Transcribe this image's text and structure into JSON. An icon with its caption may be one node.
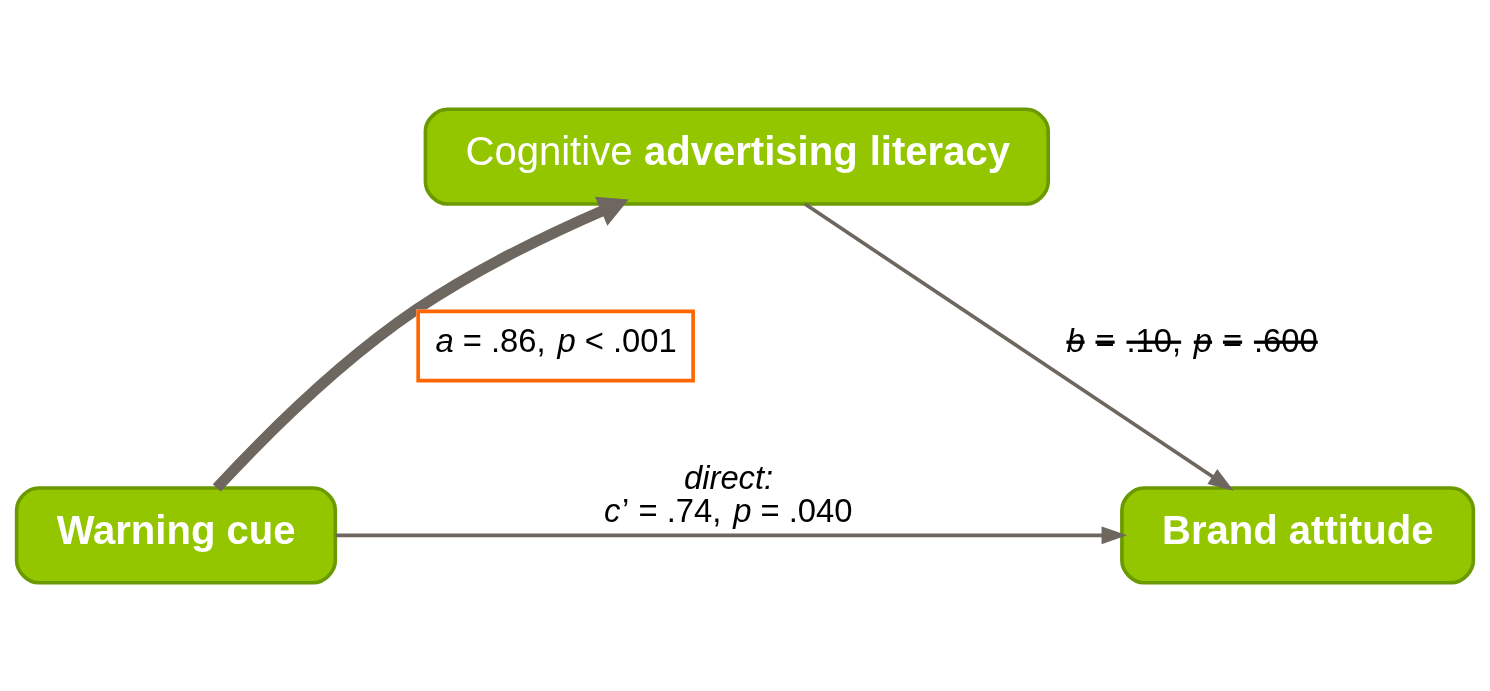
{
  "diagram": {
    "nodes": [
      {
        "text": [
          "Cognitive **advertising literacy**"
        ]
      },
      {
        "text": [
          "Warning cue"
        ]
      },
      {
        "text": [
          "Brand attitude"
        ]
      }
    ],
    "edges": [
      {
        "from": 1,
        "to": 0,
        "arrow": "to",
        "label": "*a* = .86, *p* < .001",
        "style": "thick"
      },
      {
        "from": 0,
        "to": 2,
        "arrow": "to",
        "label": "*b* = .10, *p* = .600"
      },
      {
        "from": 1,
        "to": 2,
        "arrow": "to",
        "label": "*direct:* *c*’ = .74, *p* = .040"
      }
    ]
  }
}
